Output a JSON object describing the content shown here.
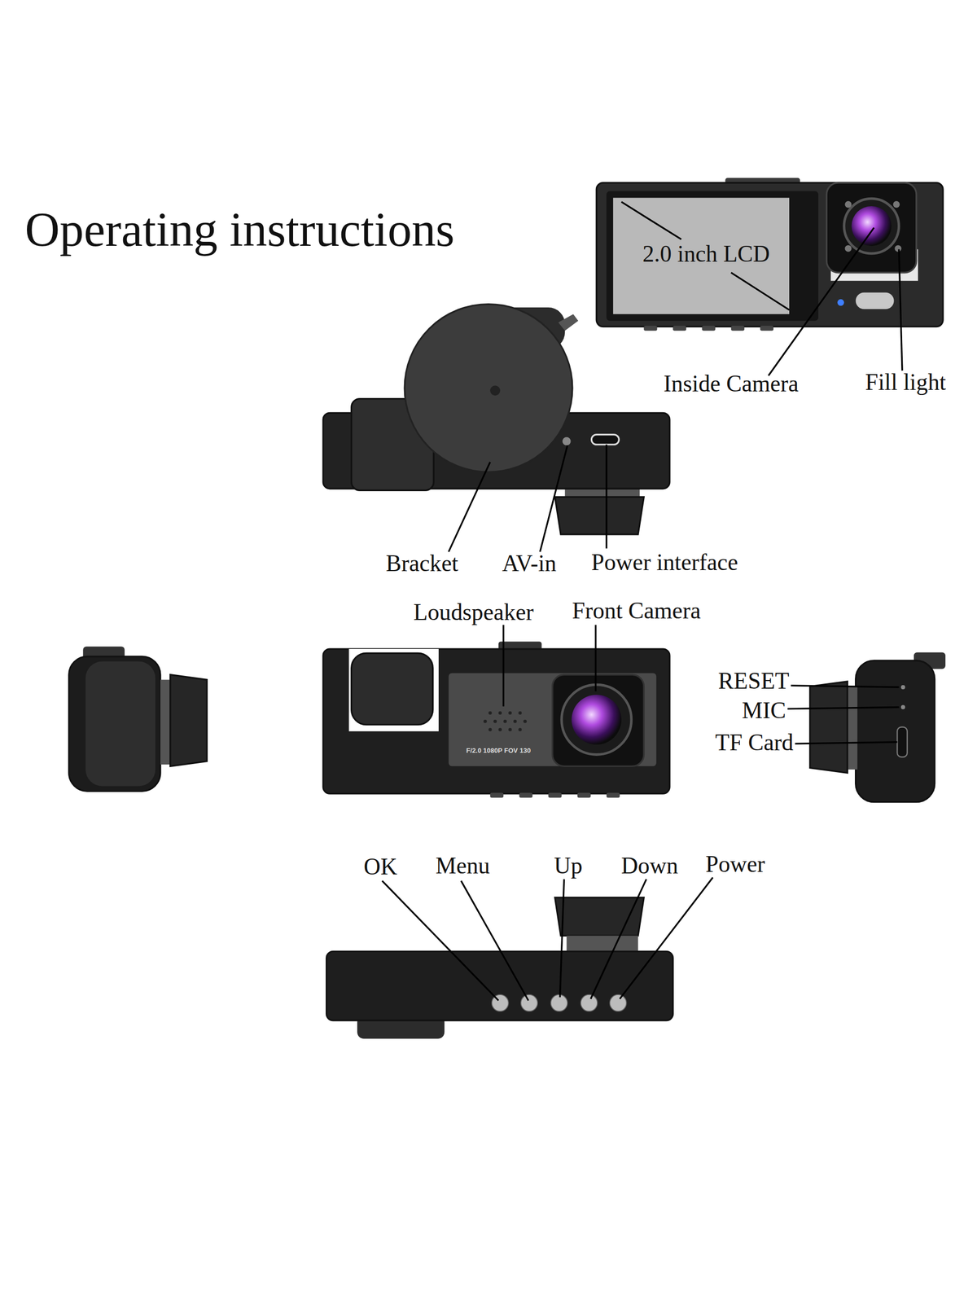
{
  "diagram": {
    "title": "Operating instructions",
    "labels": [
      "2.0 inch LCD",
      "Inside Camera",
      "Fill light",
      "Bracket",
      "AV-in",
      "Power interface",
      "Loudspeaker",
      "Front Camera",
      "RESET",
      "MIC",
      "TF Card",
      "F/2.0 1080P FOV 130",
      "OK",
      "Menu",
      "Up",
      "Down",
      "Power"
    ]
  }
}
